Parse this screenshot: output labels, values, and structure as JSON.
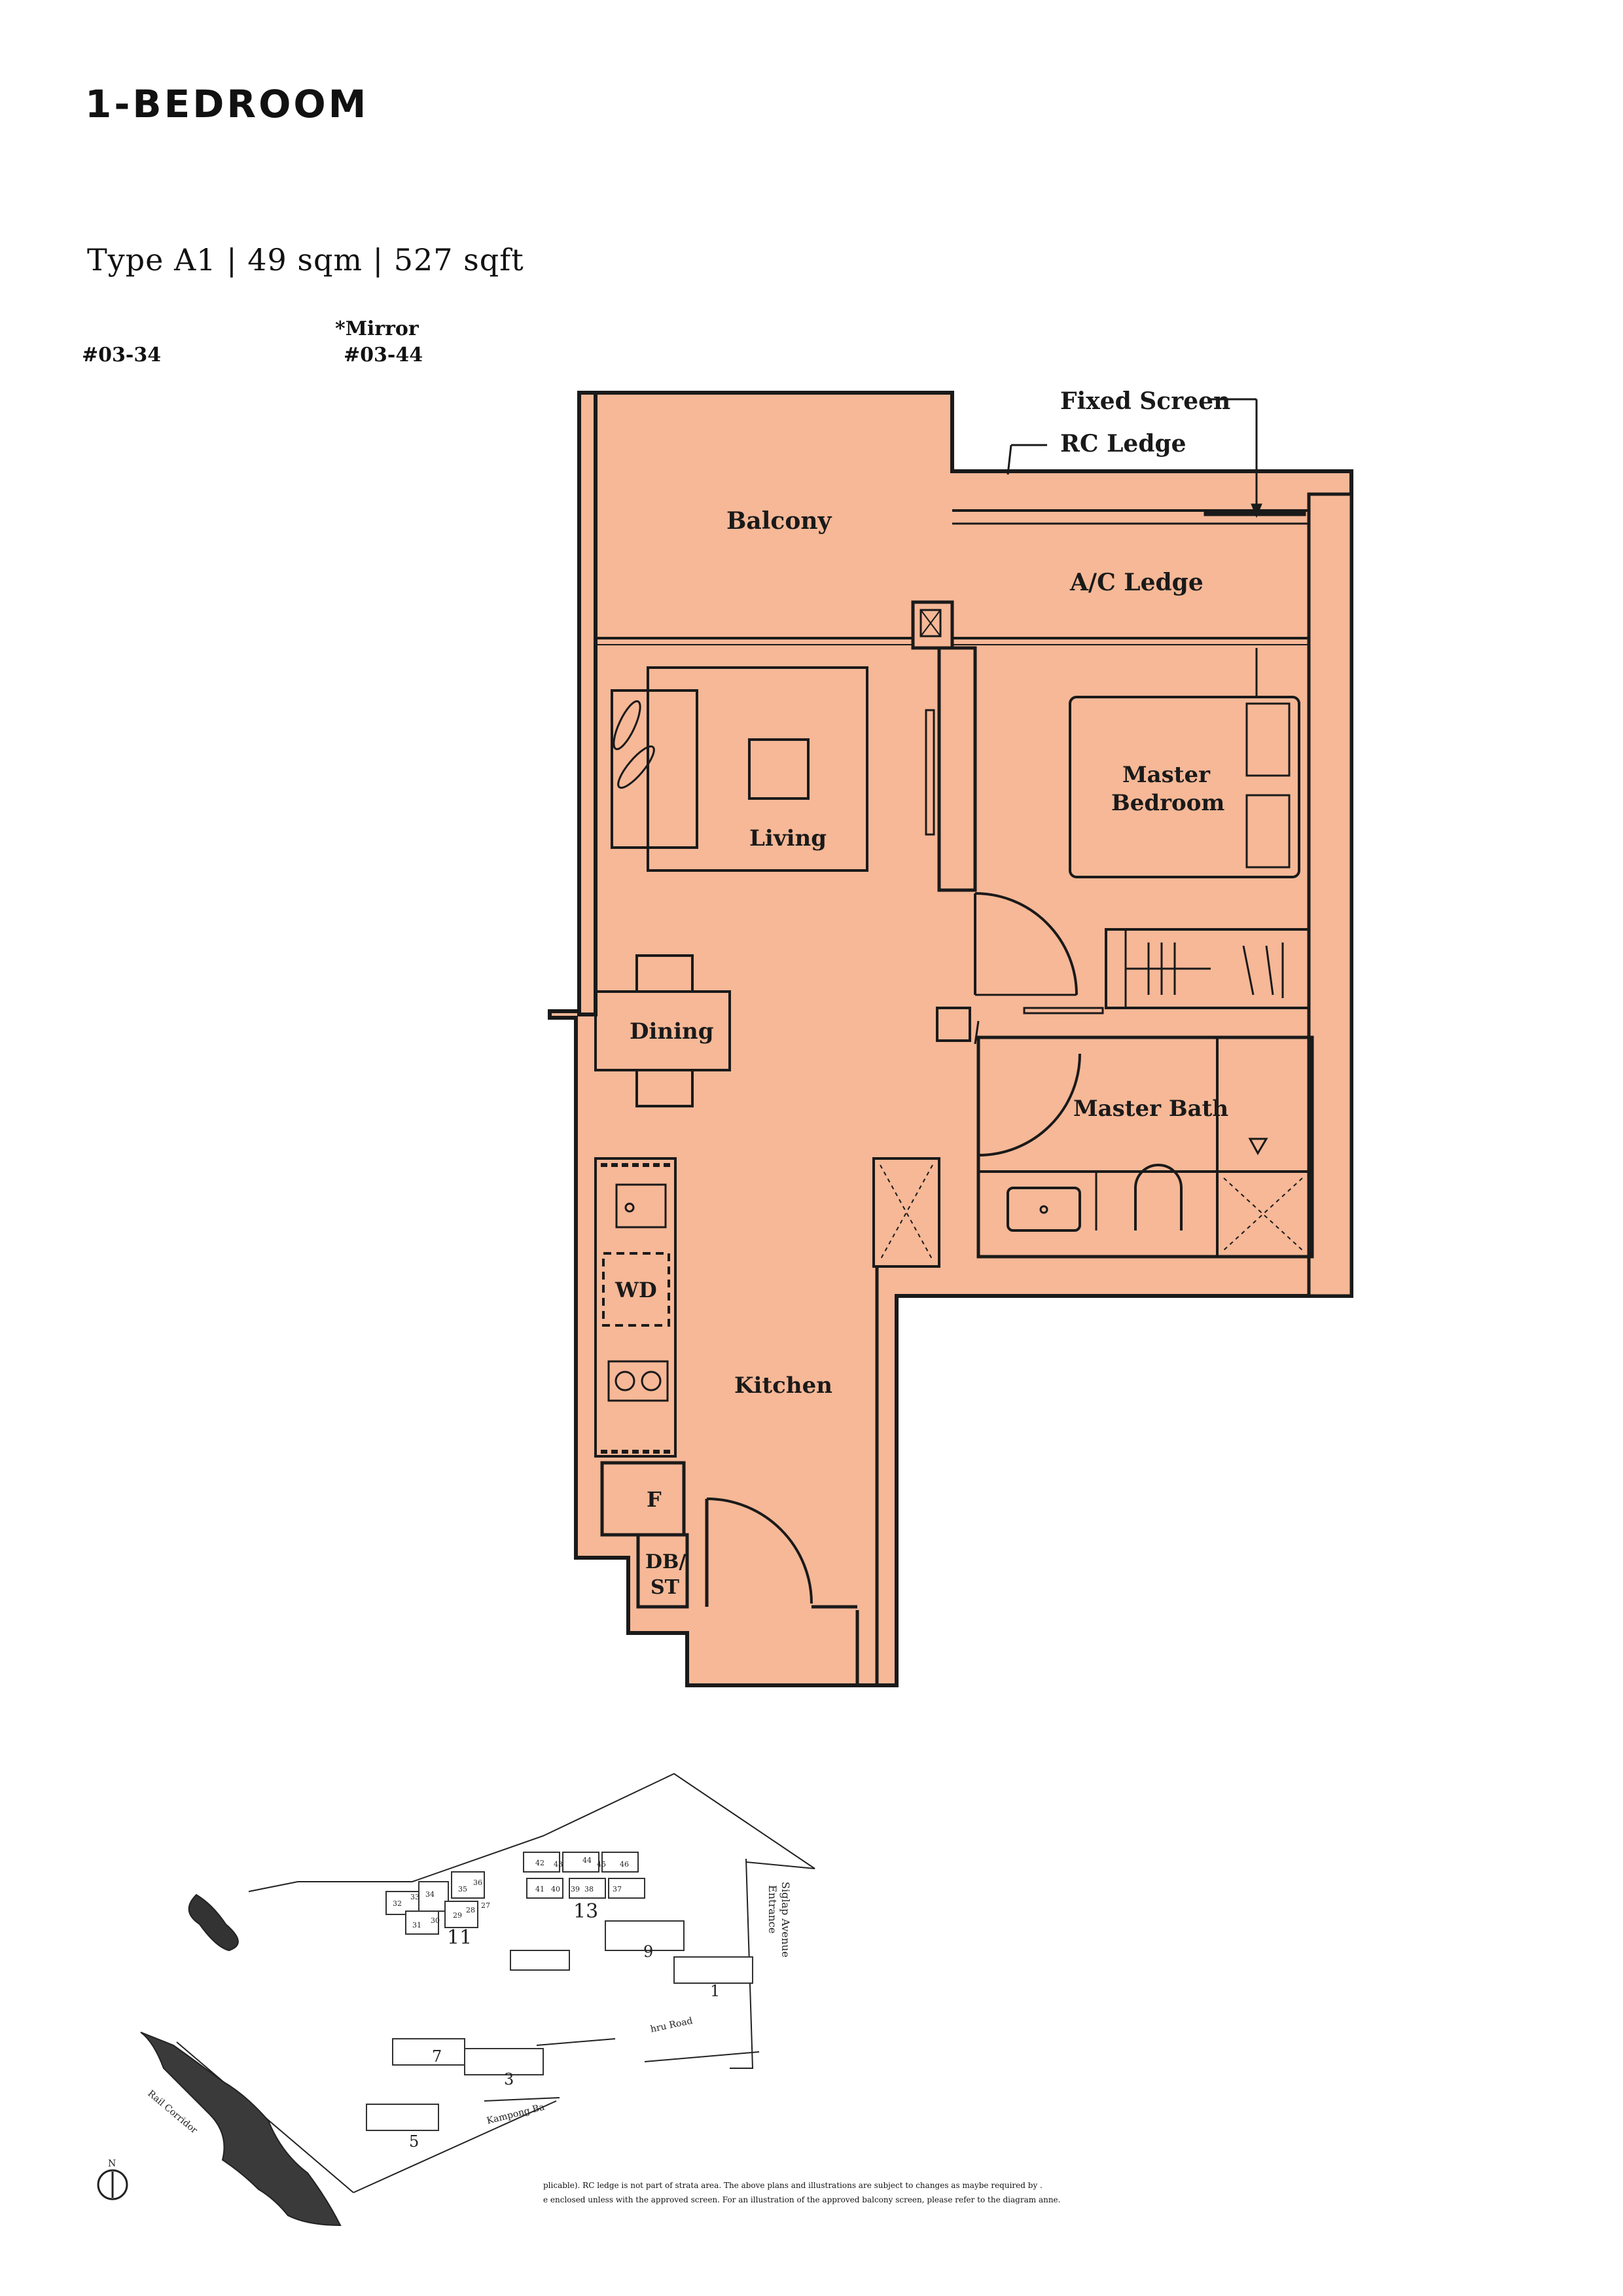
{
  "header": {
    "title": "1-BEDROOM",
    "type_line": "Type A1  |  49 sqm  |  527 sqft"
  },
  "units": {
    "unit_no": "#03-34",
    "mirror_label": "*Mirror",
    "mirror_unit_no": "#03-44"
  },
  "plan": {
    "fill_color": "#f6b897",
    "labels": {
      "fixed_screen": "Fixed Screen",
      "rc_ledge": "RC Ledge",
      "balcony": "Balcony",
      "ac_ledge": "A/C Ledge",
      "living": "Living",
      "master_bedroom_1": "Master",
      "master_bedroom_2": "Bedroom",
      "dining": "Dining",
      "master_bath": "Master Bath",
      "wd": "WD",
      "kitchen": "Kitchen",
      "fridge": "F",
      "db_st_1": "DB/",
      "db_st_2": "ST"
    }
  },
  "site_plan": {
    "blocks": [
      "11",
      "13",
      "9",
      "1",
      "7",
      "3",
      "5"
    ],
    "block_13_units": [
      "42",
      "43",
      "44",
      "45",
      "46",
      "41",
      "40",
      "39",
      "38",
      "37"
    ],
    "block_11_units": [
      "32",
      "33",
      "34",
      "35",
      "36",
      "31",
      "30",
      "29",
      "28",
      "27"
    ],
    "roads": {
      "siglap_1": "Siglap Avenue",
      "siglap_2": "Entrance",
      "jalan": "hru Road",
      "kampong": "Kampong Ba",
      "rail": "Rail Corridor"
    },
    "north": "N"
  },
  "disclaimer": {
    "line1": "plicable). RC ledge is not part of strata area. The above plans and illustrations are subject to changes as maybe required by .",
    "line2": "e enclosed unless with the approved screen. For an illustration of the approved balcony screen, please refer to the diagram anne."
  }
}
